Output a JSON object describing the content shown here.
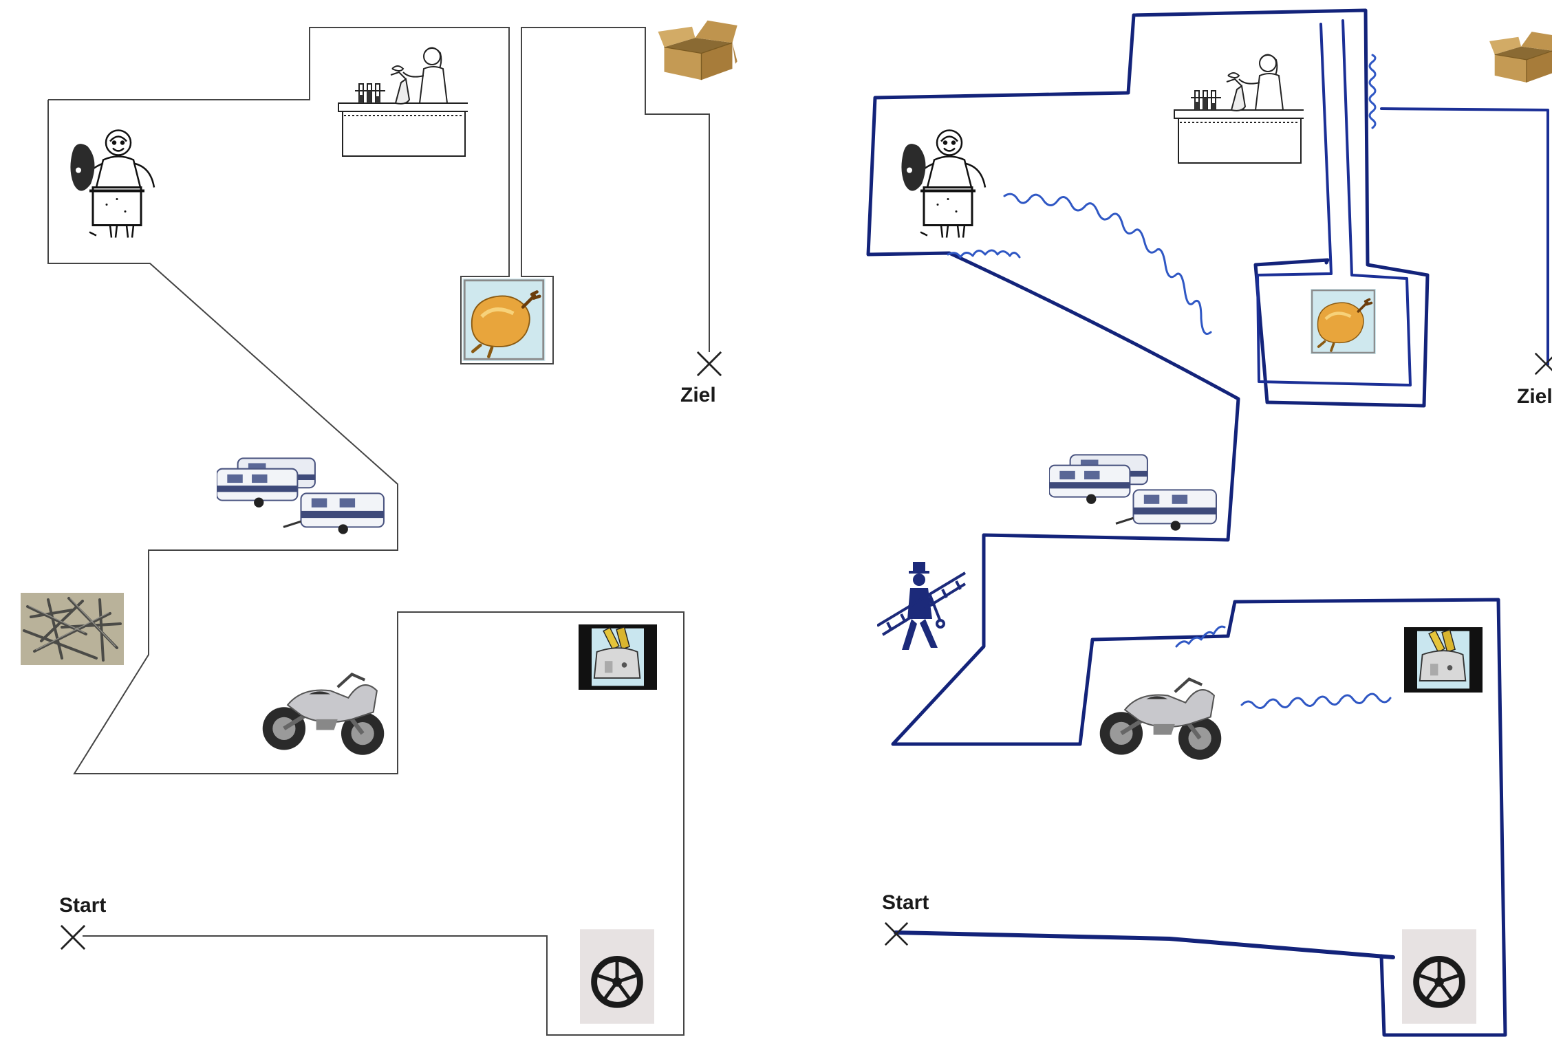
{
  "labels": {
    "start": "Start",
    "goal": "Ziel"
  },
  "colors": {
    "route_line": "#444444",
    "drawn_path": "#13237a",
    "drawn_path_light": "#2f57c4",
    "background": "#ffffff"
  },
  "panels": [
    {
      "name": "template-map",
      "items": [
        "butcher-icon",
        "lab-scientist-icon",
        "cardboard-box-icon",
        "roast-chicken-icon",
        "caravans-icon",
        "nails-icon",
        "motorcycle-icon",
        "toaster-icon",
        "wheel-icon"
      ]
    },
    {
      "name": "traced-map",
      "items": [
        "butcher-icon",
        "lab-scientist-icon",
        "cardboard-box-icon",
        "roast-chicken-icon",
        "caravans-icon",
        "chimney-sweep-icon",
        "motorcycle-icon",
        "toaster-icon",
        "wheel-icon"
      ]
    }
  ]
}
